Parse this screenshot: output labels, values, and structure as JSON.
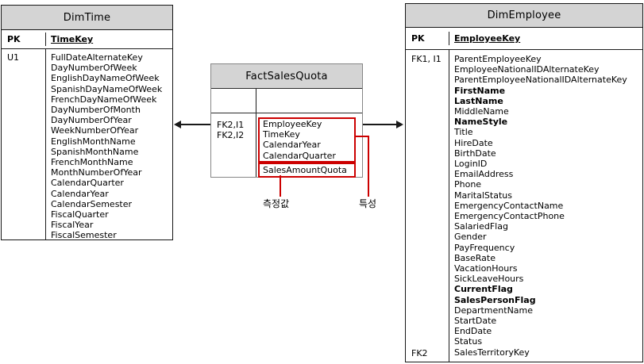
{
  "diagram": {
    "callout_measure_label": "측정값",
    "callout_attribute_label": "특성",
    "colors": {
      "header_fill": "#d4d4d4",
      "dim_table_border": "#161616",
      "fact_table_border": "#868686",
      "highlight_red": "#cc0000",
      "arrow_black": "#1a1a1a"
    },
    "relationships": [
      {
        "from": "FactSalesQuota",
        "to": "DimTime"
      },
      {
        "from": "FactSalesQuota",
        "to": "DimEmployee"
      }
    ]
  },
  "tables": {
    "dimtime": {
      "title": "DimTime",
      "pk_label": "PK",
      "pk_field": "TimeKey",
      "key_rows": [
        "U1"
      ],
      "fields": [
        "FullDateAlternateKey",
        "DayNumberOfWeek",
        "EnglishDayNameOfWeek",
        "SpanishDayNameOfWeek",
        "FrenchDayNameOfWeek",
        "DayNumberOfMonth",
        "DayNumberOfYear",
        "WeekNumberOfYear",
        "EnglishMonthName",
        "SpanishMonthName",
        "FrenchMonthName",
        "MonthNumberOfYear",
        "CalendarQuarter",
        "CalendarYear",
        "CalendarSemester",
        "FiscalQuarter",
        "FiscalYear",
        "FiscalSemester"
      ]
    },
    "factsalesquota": {
      "title": "FactSalesQuota",
      "key_rows": [
        "FK2,I1",
        "FK2,I2"
      ],
      "attribute_fields": [
        "EmployeeKey",
        "TimeKey",
        "CalendarYear",
        "CalendarQuarter"
      ],
      "measure_field": "SalesAmountQuota"
    },
    "dimemployee": {
      "title": "DimEmployee",
      "pk_label": "PK",
      "pk_field": "EmployeeKey",
      "key_top": "FK1, I1",
      "key_bottom": "FK2",
      "fields": [
        {
          "t": "ParentEmployeeKey"
        },
        {
          "t": "EmployeeNationalIDAlternateKey"
        },
        {
          "t": "ParentEmployeeNationalIDAlternateKey"
        },
        {
          "t": "FirstName",
          "b": true
        },
        {
          "t": "LastName",
          "b": true
        },
        {
          "t": "MiddleName"
        },
        {
          "t": "NameStyle",
          "b": true
        },
        {
          "t": "Title"
        },
        {
          "t": "HireDate"
        },
        {
          "t": "BirthDate"
        },
        {
          "t": "LoginID"
        },
        {
          "t": "EmailAddress"
        },
        {
          "t": "Phone"
        },
        {
          "t": "MaritalStatus"
        },
        {
          "t": "EmergencyContactName"
        },
        {
          "t": "EmergencyContactPhone"
        },
        {
          "t": "SalariedFlag"
        },
        {
          "t": "Gender"
        },
        {
          "t": "PayFrequency"
        },
        {
          "t": "BaseRate"
        },
        {
          "t": "VacationHours"
        },
        {
          "t": "SickLeaveHours"
        },
        {
          "t": "CurrentFlag",
          "b": true
        },
        {
          "t": "SalesPersonFlag",
          "b": true
        },
        {
          "t": "DepartmentName"
        },
        {
          "t": "StartDate"
        },
        {
          "t": "EndDate"
        },
        {
          "t": "Status"
        },
        {
          "t": "SalesTerritoryKey"
        }
      ]
    }
  }
}
